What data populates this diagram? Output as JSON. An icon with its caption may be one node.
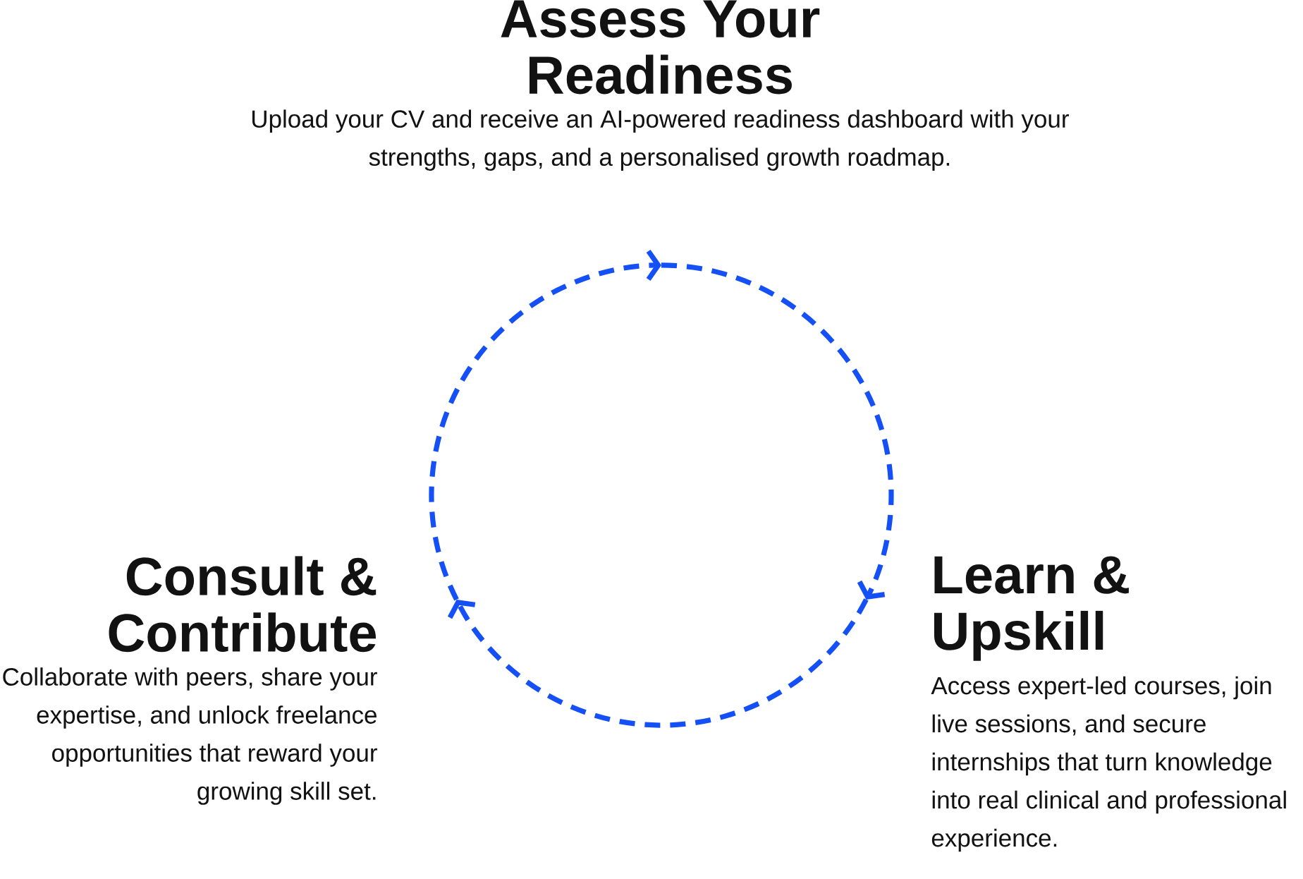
{
  "diagram": {
    "nodes": [
      {
        "text": [
          "Assess Your Readiness",
          "Upload your CV and receive an AI-powered readiness dashboard with your strengths, gaps, and a personalised growth roadmap."
        ]
      },
      {
        "text": [
          "Learn & Upskill",
          "Access expert-led courses, join live sessions, and secure internships that turn knowledge into real clinical and professional experience."
        ]
      },
      {
        "text": [
          "Consult & Contribute",
          "Collaborate with peers, share your expertise, and unlock freelance opportunities that reward your growing skill set."
        ]
      }
    ],
    "edges": [
      {
        "from": 0,
        "to": 1,
        "arrow": "to"
      },
      {
        "from": 1,
        "to": 2,
        "arrow": "to"
      },
      {
        "from": 2,
        "to": 0,
        "arrow": "to"
      }
    ]
  }
}
